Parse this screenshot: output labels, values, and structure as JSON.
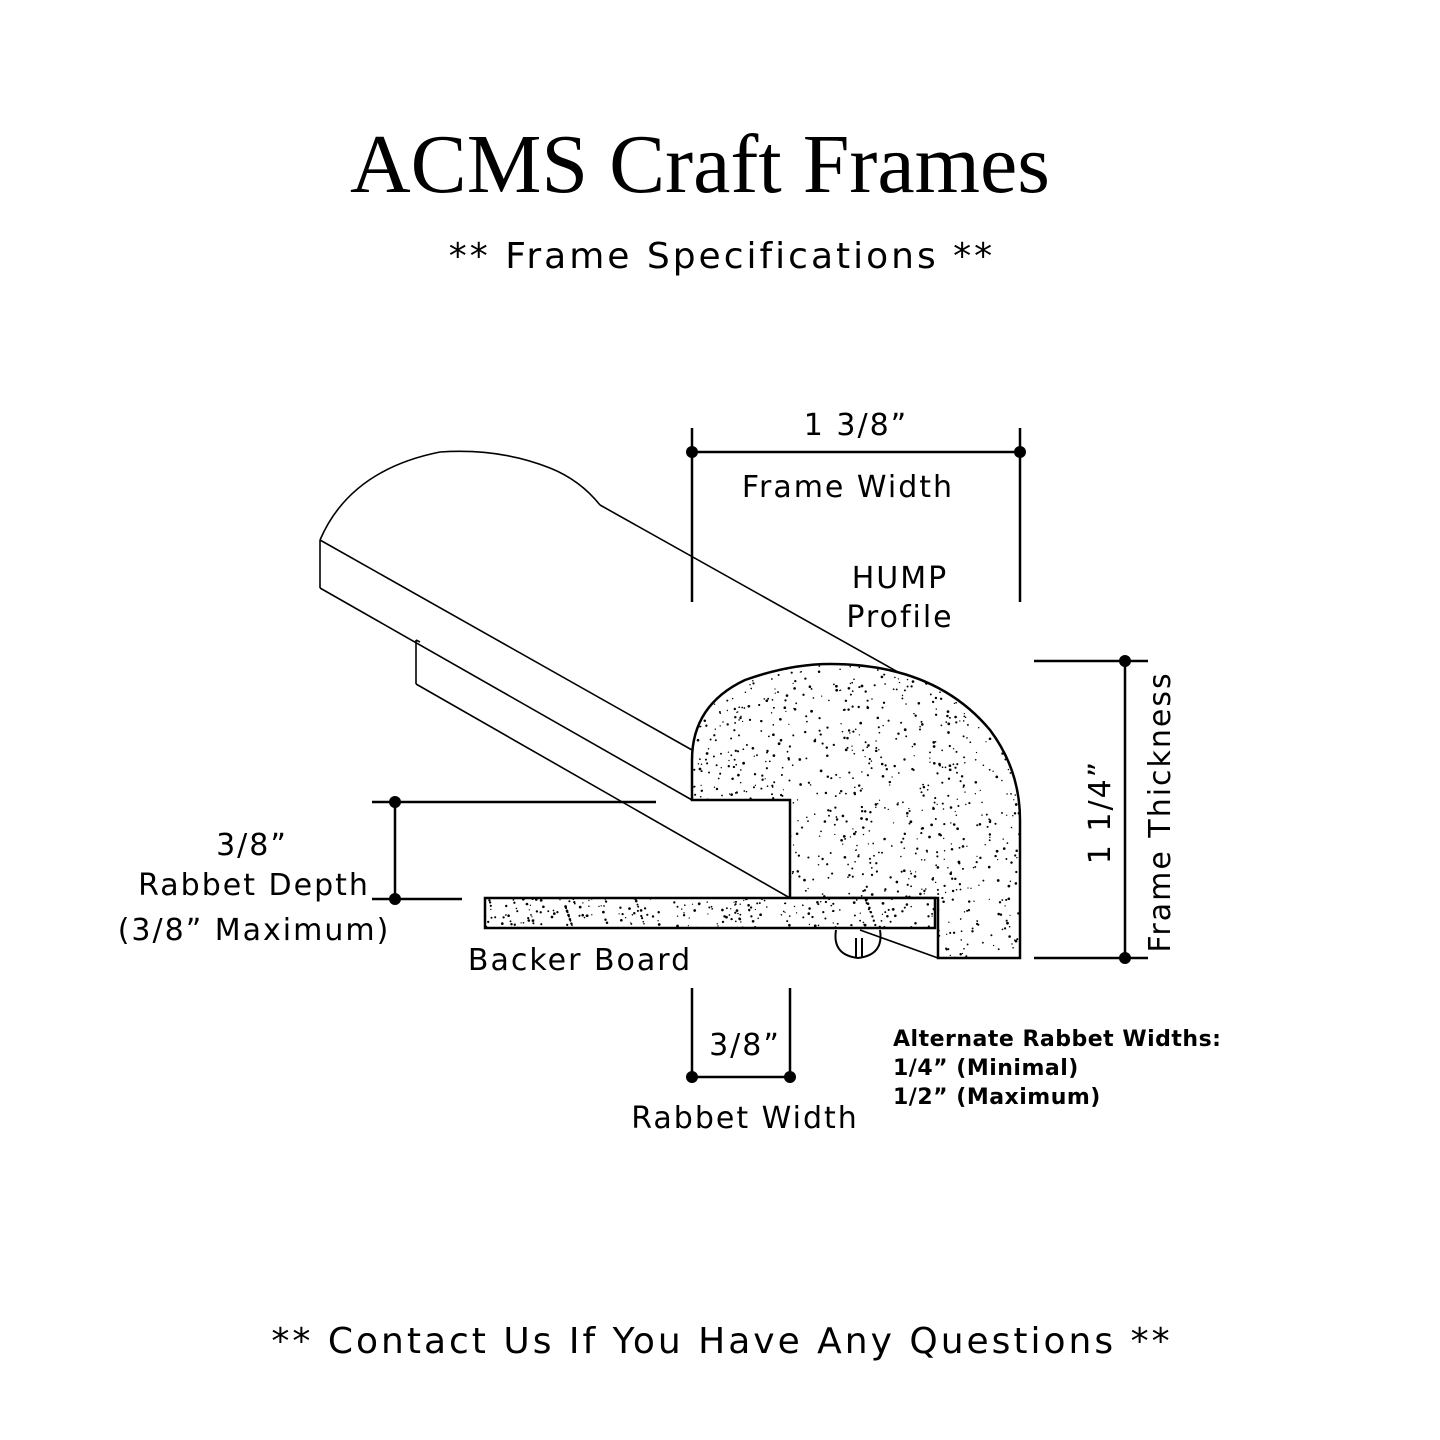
{
  "header": {
    "title": "ACMS Craft Frames",
    "subtitle": "** Frame Specifications **"
  },
  "profile": {
    "name_line1": "HUMP",
    "name_line2": "Profile"
  },
  "frame_width": {
    "value": "1 3/8”",
    "label": "Frame Width"
  },
  "frame_thickness": {
    "value": "1 1/4”",
    "label": "Frame Thickness"
  },
  "rabbet_depth": {
    "value": "3/8”",
    "label": "Rabbet Depth",
    "note": "(3/8” Maximum)"
  },
  "backer_board": {
    "label": "Backer Board"
  },
  "rabbet_width": {
    "value": "3/8”",
    "label": "Rabbet Width"
  },
  "alternate_rabbet": {
    "heading": "Alternate Rabbet Widths:",
    "option1": "1/4” (Minimal)",
    "option2": "1/2” (Maximum)"
  },
  "footer": {
    "text": "** Contact Us If You Have Any Questions **"
  },
  "colors": {
    "ink": "#000000",
    "background": "#ffffff"
  },
  "icons": {
    "fastener": "hanger-screw-icon"
  }
}
